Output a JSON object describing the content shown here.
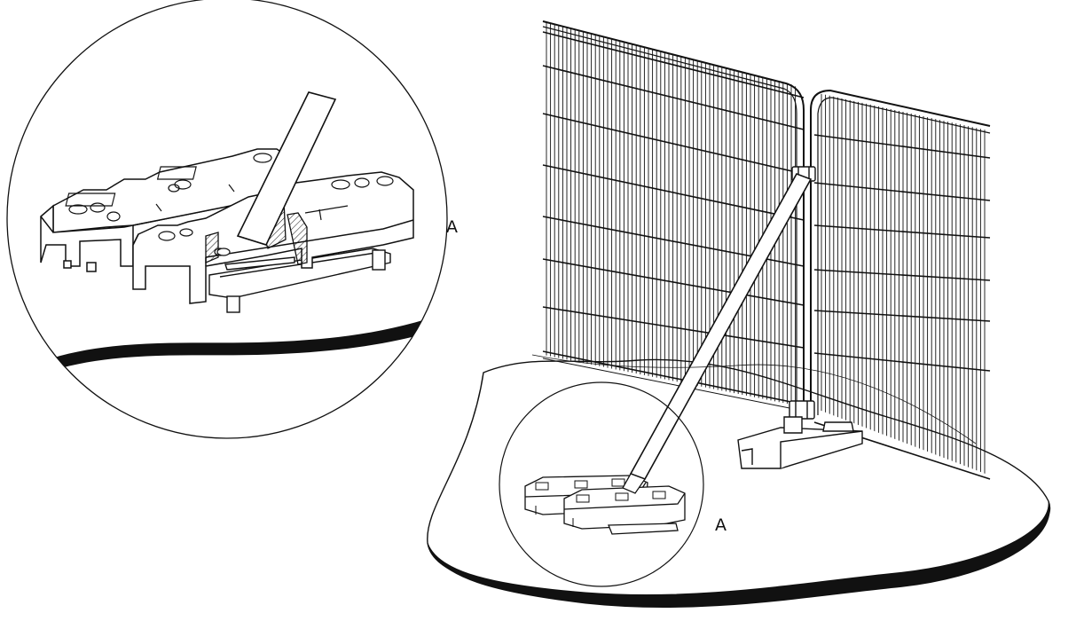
{
  "labels": {
    "detail_marker": "A",
    "scene_marker": "A"
  },
  "colors": {
    "line": "#111111",
    "background": "#ffffff"
  },
  "icons": [
    "fence-panel",
    "fence-base-block",
    "support-strut",
    "coupler-clamp",
    "detail-magnifier-circle"
  ]
}
